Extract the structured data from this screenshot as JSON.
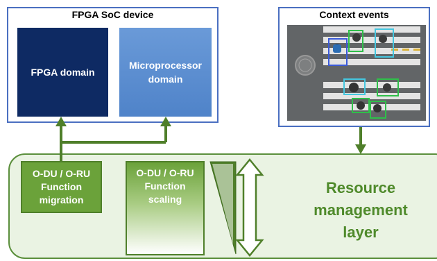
{
  "soc": {
    "title": "FPGA SoC device",
    "fpga_domain": "FPGA domain",
    "micro_line1": "Microprocessor",
    "micro_line2": "domain"
  },
  "context": {
    "title": "Context events"
  },
  "resource_layer": {
    "migration_line1": "O-DU / O-RU",
    "migration_line2": "Function",
    "migration_line3": "migration",
    "scaling_line1": "O-DU / O-RU",
    "scaling_line2": "Function",
    "scaling_line3": "scaling",
    "label_line1": "Resource",
    "label_line2": "management",
    "label_line3": "layer"
  },
  "colors": {
    "soc_border": "#4a6fc1",
    "fpga_fill": "#0e2a63",
    "micro_fill": "#5b8fd0",
    "layer_fill": "#eaf3e3",
    "green_dark": "#4f7f2a",
    "green": "#6ba23a",
    "label_green": "#4f8a2b"
  }
}
